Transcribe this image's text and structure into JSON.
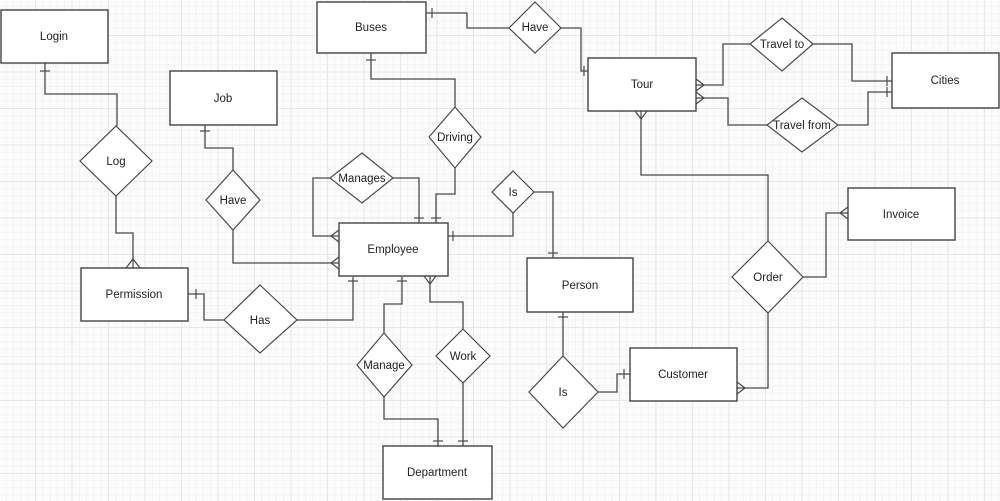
{
  "diagram": {
    "type": "entity-relationship-diagram",
    "entities": [
      {
        "label": "Login"
      },
      {
        "label": "Buses"
      },
      {
        "label": "Job"
      },
      {
        "label": "Tour"
      },
      {
        "label": "Cities"
      },
      {
        "label": "Employee"
      },
      {
        "label": "Permission"
      },
      {
        "label": "Person"
      },
      {
        "label": "Invoice"
      },
      {
        "label": "Customer"
      },
      {
        "label": "Department"
      }
    ],
    "relationships": [
      {
        "label": "Log"
      },
      {
        "label": "Have"
      },
      {
        "label": "Driving"
      },
      {
        "label": "Have"
      },
      {
        "label": "Travel to"
      },
      {
        "label": "Travel from"
      },
      {
        "label": "Manages"
      },
      {
        "label": "Is"
      },
      {
        "label": "Has"
      },
      {
        "label": "Manage"
      },
      {
        "label": "Work"
      },
      {
        "label": "Is"
      },
      {
        "label": "Order"
      }
    ],
    "notation": {
      "one_marker": "single cross bar",
      "many_marker": "crow-foot open arrow"
    },
    "colors": {
      "background": "#fcfcfc",
      "grid_minor": "#f5f2f2",
      "grid_major": "#e9e6e6",
      "shape_fill": "#ffffff",
      "shape_stroke": "#434343",
      "edge_stroke": "#4a4a4a",
      "text": "#222222"
    }
  }
}
